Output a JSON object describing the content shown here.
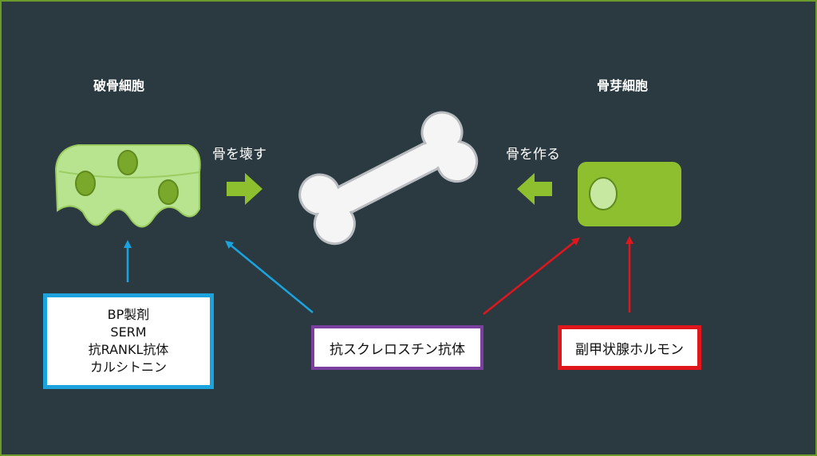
{
  "labels": {
    "osteoclast": "破骨細胞",
    "osteoblast": "骨芽細胞",
    "break_bone": "骨を壊す",
    "make_bone": "骨を作る"
  },
  "boxes": {
    "inhibitors": [
      "BP製剤",
      "SERM",
      "抗RANKL抗体",
      "カルシトニン"
    ],
    "anti_sclerostin": "抗スクレロスチン抗体",
    "pth": "副甲状腺ホルモン"
  },
  "colors": {
    "background": "#2b3a41",
    "cell_green_light": "#b9e48f",
    "cell_green": "#8dbf2e",
    "nucleus": "#7aa82a",
    "blue_arrow": "#1aa3dc",
    "purple_border": "#7b3fa0",
    "red": "#e0161d"
  }
}
